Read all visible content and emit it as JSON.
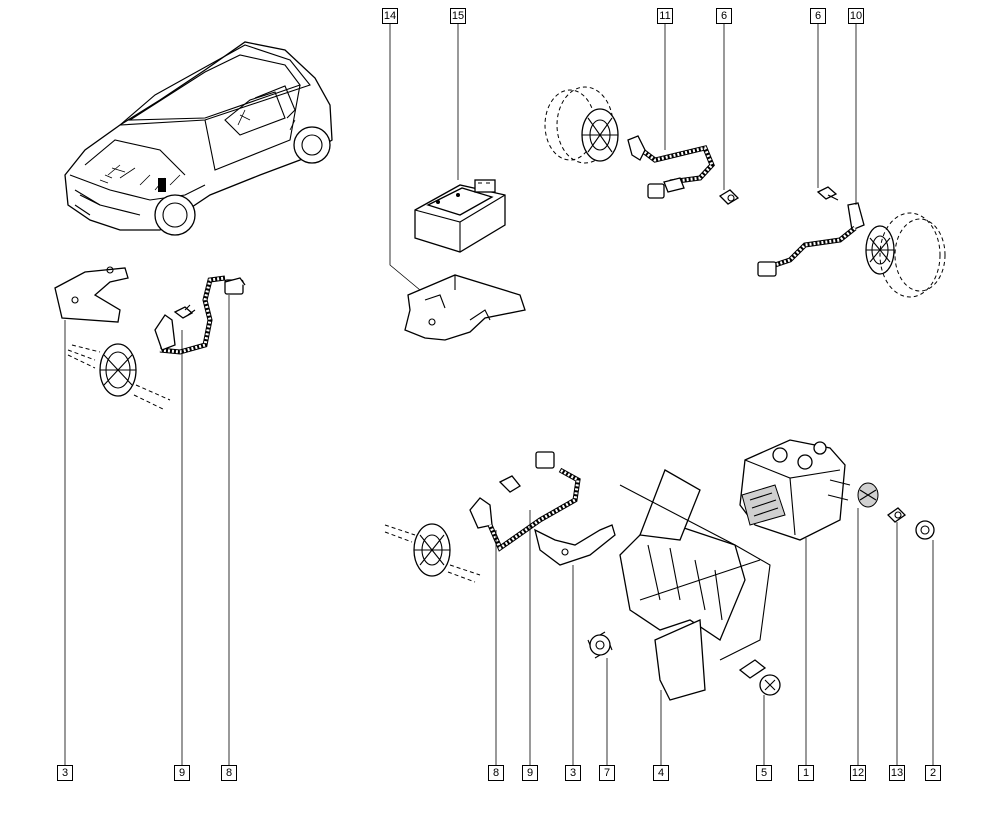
{
  "diagram": {
    "callouts_top": [
      "14",
      "15",
      "11",
      "6",
      "6",
      "10"
    ],
    "callouts_bottom_left": [
      "3",
      "9",
      "8"
    ],
    "callouts_bottom_right": [
      "8",
      "9",
      "3",
      "7",
      "4",
      "5",
      "1",
      "12",
      "13",
      "2"
    ]
  },
  "colors": {
    "line": "#000000",
    "background": "#ffffff",
    "shade": "#d0d0d0"
  },
  "icons": [
    "car-icon",
    "bracket-icon",
    "sensor-cable-icon",
    "wheel-hub-icon",
    "control-unit-icon",
    "abs-pump-icon",
    "bolt-icon",
    "nut-icon",
    "washer-icon"
  ]
}
